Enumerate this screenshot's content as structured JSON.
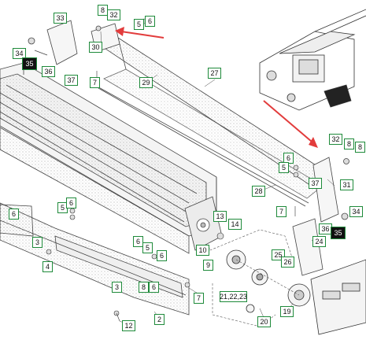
{
  "accent": {
    "callout_border": "#1e8a3a",
    "arrow": "#e23c3c",
    "line": "#444444"
  },
  "callouts": {
    "c33": "33",
    "c8_top": "8",
    "c32_top": "32",
    "c5_top": "5",
    "c6_top": "6",
    "c30": "30",
    "c34_left": "34",
    "c35_left": "35",
    "c36_left": "36",
    "c37_left": "37",
    "c7_top": "7",
    "c29": "29",
    "c27": "27",
    "c32_right": "32",
    "c8_right_a": "8",
    "c8_right_b": "8",
    "c6_right": "6",
    "c5_right": "5",
    "c37_right": "37",
    "c31": "31",
    "c28": "28",
    "c7_right": "7",
    "c34_right": "34",
    "c36_right": "36",
    "c35_right": "35",
    "c24": "24",
    "c6_leftmid": "6",
    "c5_leftmid": "5",
    "c6_leftmid2": "6",
    "c13": "13",
    "c14": "14",
    "c3_a": "3",
    "c4": "4",
    "c6_low_a": "6",
    "c5_low": "5",
    "c6_low_b": "6",
    "c10": "10",
    "c9": "9",
    "c25": "25",
    "c26": "26",
    "c3_b": "3",
    "c8_bottom": "8",
    "c6_bottom": "6",
    "c7_bottom": "7",
    "c21_23": "21,22,23",
    "c20": "20",
    "c19": "19",
    "c12": "12",
    "c2": "2"
  }
}
